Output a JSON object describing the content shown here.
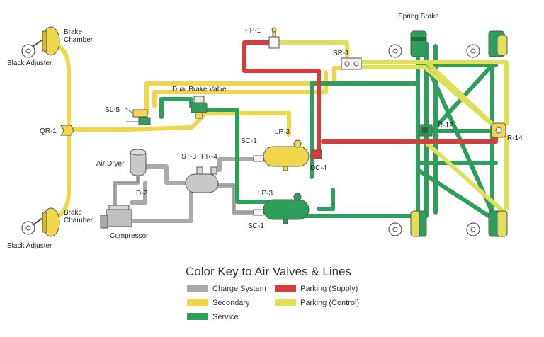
{
  "colors": {
    "charge": "#a9a9a9",
    "secondary": "#f0d64a",
    "service": "#2e9e5b",
    "parking_supply": "#d93a3a",
    "parking_control": "#dfe05a",
    "outline": "#555555"
  },
  "labels": {
    "spring_brake": "Spring Brake",
    "pp1": "PP-1",
    "sr1": "SR-1",
    "brake_chamber_top": "Brake Chamber",
    "slack_adjuster_top": "Slack Adjuster",
    "qr1": "QR-1",
    "sl5": "SL-5",
    "dual_brake_valve": "Dual Brake Valve",
    "r12": "R-12",
    "r14": "R-14",
    "sc1_top": "SC-1",
    "lp3_top": "LP-3",
    "dc4": "DC-4",
    "st3": "ST-3",
    "pr4": "PR-4",
    "air_dryer": "Air Dryer",
    "d2": "D-2",
    "lp3_bottom": "LP-3",
    "sc1_bottom": "SC-1",
    "compressor": "Compressor",
    "brake_chamber_bottom": "Brake Chamber",
    "slack_adjuster_bottom": "Slack Adjuster"
  },
  "key": {
    "title": "Color Key to Air Valves & Lines",
    "charge": "Charge System",
    "secondary": "Secondary",
    "service": "Service",
    "parking_supply": "Parking (Supply)",
    "parking_control": "Parking (Control)"
  }
}
